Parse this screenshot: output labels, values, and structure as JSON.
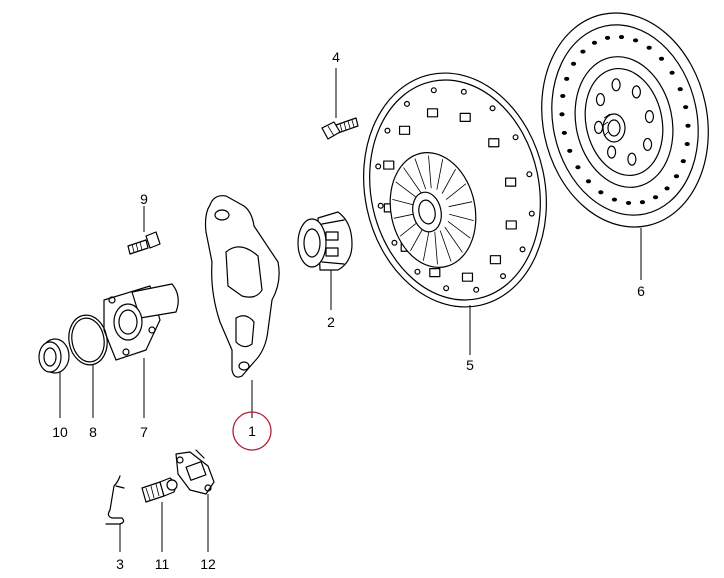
{
  "parts": [
    {
      "id": "p1",
      "label": "1",
      "highlighted": true
    },
    {
      "id": "p2",
      "label": "2"
    },
    {
      "id": "p3",
      "label": "3"
    },
    {
      "id": "p4",
      "label": "4"
    },
    {
      "id": "p5",
      "label": "5"
    },
    {
      "id": "p6",
      "label": "6"
    },
    {
      "id": "p7",
      "label": "7"
    },
    {
      "id": "p8",
      "label": "8"
    },
    {
      "id": "p9",
      "label": "9"
    },
    {
      "id": "p10",
      "label": "10"
    },
    {
      "id": "p11",
      "label": "11"
    },
    {
      "id": "p12",
      "label": "12"
    }
  ],
  "highlight_color": "#b0203a",
  "line_color": "#000000",
  "background": "#ffffff"
}
